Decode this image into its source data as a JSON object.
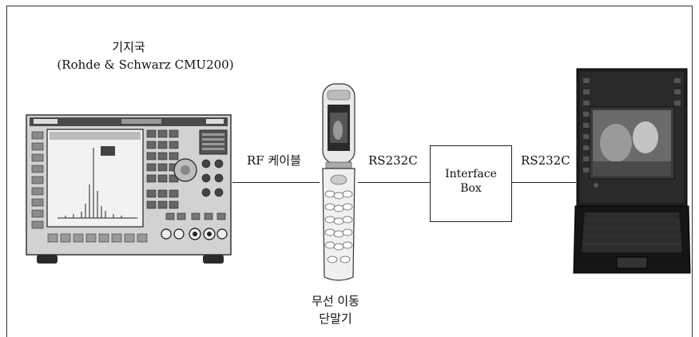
{
  "base_station": {
    "title": "기지국",
    "model": "(Rohde & Schwarz CMU200)"
  },
  "links": {
    "rf_cable": "RF 케이블",
    "rs232c_left": "RS232C",
    "rs232c_right": "RS232C"
  },
  "interface_box": {
    "line1": "Interface",
    "line2": "Box"
  },
  "mobile": {
    "line1": "무선 이동",
    "line2": "단말기"
  },
  "colors": {
    "line": "#222222",
    "device_dark": "#1c1c1c",
    "device_light": "#cfcfcf"
  }
}
